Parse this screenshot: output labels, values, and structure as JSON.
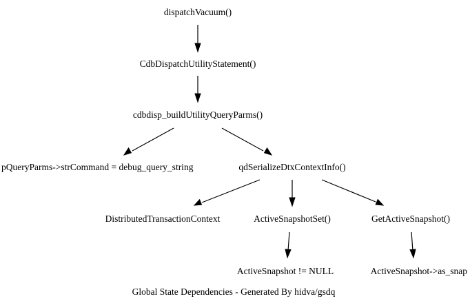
{
  "graph": {
    "nodes": {
      "dispatch_vacuum": "dispatchVacuum()",
      "cdb_dispatch_utility_statement": "CdbDispatchUtilityStatement()",
      "cdbdisp_build_utility_query_parms": "cdbdisp_buildUtilityQueryParms()",
      "pquery_parms_str_command": "pQueryParms->strCommand = debug_query_string",
      "qd_serialize_dtx_context_info": "qdSerializeDtxContextInfo()",
      "distributed_transaction_context": "DistributedTransactionContext",
      "active_snapshot_set": "ActiveSnapshotSet()",
      "get_active_snapshot": "GetActiveSnapshot()",
      "active_snapshot_not_null": "ActiveSnapshot != NULL",
      "active_snapshot_as_snap": "ActiveSnapshot->as_snap"
    },
    "edges": [
      {
        "from": "dispatch_vacuum",
        "to": "cdb_dispatch_utility_statement"
      },
      {
        "from": "cdb_dispatch_utility_statement",
        "to": "cdbdisp_build_utility_query_parms"
      },
      {
        "from": "cdbdisp_build_utility_query_parms",
        "to": "pquery_parms_str_command"
      },
      {
        "from": "cdbdisp_build_utility_query_parms",
        "to": "qd_serialize_dtx_context_info"
      },
      {
        "from": "qd_serialize_dtx_context_info",
        "to": "distributed_transaction_context"
      },
      {
        "from": "qd_serialize_dtx_context_info",
        "to": "active_snapshot_set"
      },
      {
        "from": "qd_serialize_dtx_context_info",
        "to": "get_active_snapshot"
      },
      {
        "from": "active_snapshot_set",
        "to": "active_snapshot_not_null"
      },
      {
        "from": "get_active_snapshot",
        "to": "active_snapshot_as_snap"
      }
    ],
    "caption": "Global State Dependencies - Generated By hidva/gsdq"
  }
}
